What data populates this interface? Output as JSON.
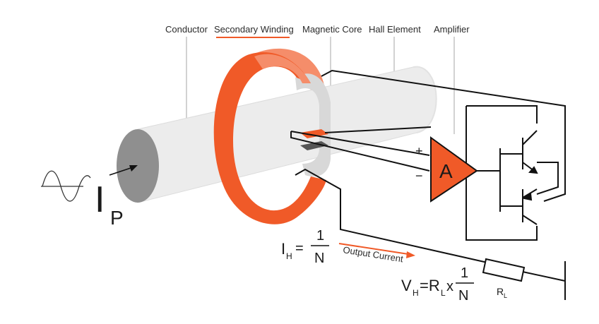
{
  "labels": {
    "conductor": "Conductor",
    "secondary_winding": "Secondary Winding",
    "magnetic_core": "Magnetic Core",
    "hall_element": "Hall Element",
    "amplifier": "Amplifier"
  },
  "primary_current": {
    "symbol": "I",
    "subscript": "P"
  },
  "amplifier_symbol": "A",
  "plus_sign": "+",
  "minus_sign": "−",
  "hall_equation": {
    "lhs": "I",
    "lhs_sub": "H",
    "equals": "=",
    "numerator": "1",
    "denominator": "N"
  },
  "output_current_label": "Output Current",
  "voltage_equation": {
    "lhs": "V",
    "lhs_sub": "H",
    "middle": "=R",
    "middle_sub": "L",
    "times": "x",
    "numerator": "1",
    "denominator": "N"
  },
  "resistor_label": {
    "text": "R",
    "sub": "L"
  },
  "colors": {
    "orange": "#f05a28",
    "orange_light": "#f58d6a",
    "conductor_gray": "#ececec",
    "core_gray": "#d6d6d6",
    "end_cap": "#8f8f8f",
    "line": "#111111",
    "leader": "#bbbbbb"
  }
}
